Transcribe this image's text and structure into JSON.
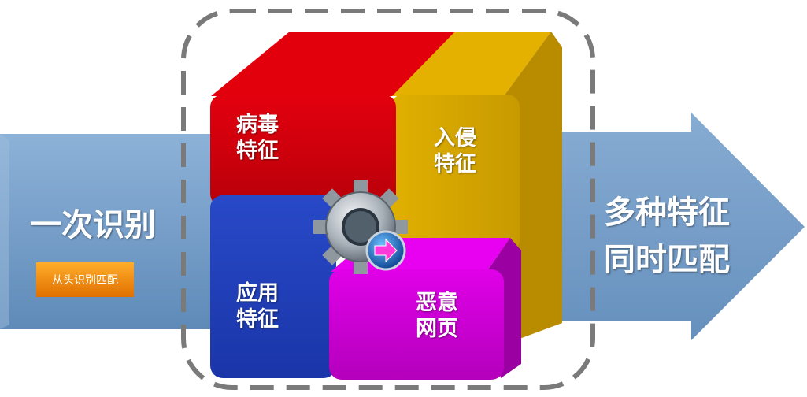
{
  "left_arrow": {
    "title": "一次识别",
    "tag": "从头识别匹配"
  },
  "right_arrow": {
    "line1": "多种特征",
    "line2": "同时匹配"
  },
  "blocks": {
    "virus": {
      "line1": "病毒",
      "line2": "特征"
    },
    "intrude": {
      "line1": "入侵",
      "line2": "特征"
    },
    "app": {
      "line1": "应用",
      "line2": "特征"
    },
    "web": {
      "line1": "恶意",
      "line2": "网页"
    }
  },
  "colors": {
    "arrow": "#6f99c4",
    "virus": "#d4000c",
    "intrude": "#d4a000",
    "app": "#1f3fbd",
    "web": "#d000d8",
    "tag": "#f08c10",
    "dash": "#7a7a7a"
  },
  "center_icon": "gear-arrow-icon"
}
